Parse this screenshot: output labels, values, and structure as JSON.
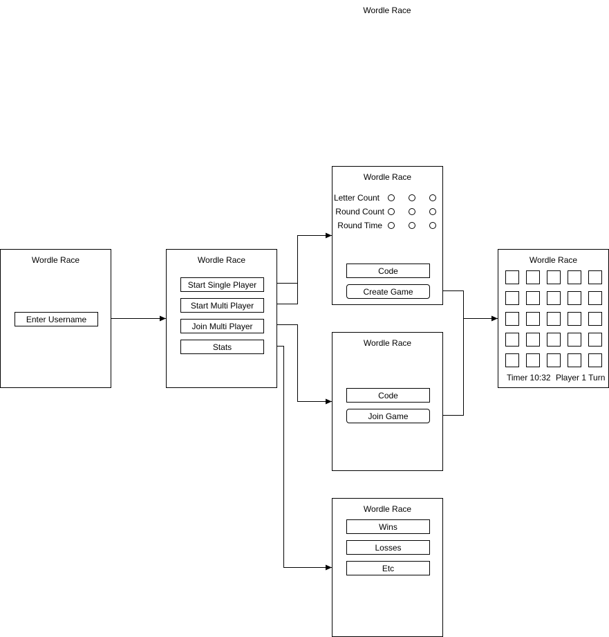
{
  "page_title": "Wordle Race",
  "screens": {
    "login": {
      "title": "Wordle Race",
      "username_label": "Enter Username"
    },
    "menu": {
      "title": "Wordle Race",
      "start_single": "Start Single Player",
      "start_multi": "Start Multi Player",
      "join_multi": "Join Multi Player",
      "stats": "Stats"
    },
    "create": {
      "title": "Wordle Race",
      "letter_count": "Letter Count",
      "round_count": "Round Count",
      "round_time": "Round Time",
      "code": "Code",
      "create_game": "Create Game"
    },
    "join": {
      "title": "Wordle Race",
      "code": "Code",
      "join_game": "Join Game"
    },
    "stats": {
      "title": "Wordle Race",
      "wins": "Wins",
      "losses": "Losses",
      "etc": "Etc"
    },
    "game": {
      "title": "Wordle Race",
      "timer": "Timer 10:32",
      "turn": "Player 1 Turn"
    }
  }
}
